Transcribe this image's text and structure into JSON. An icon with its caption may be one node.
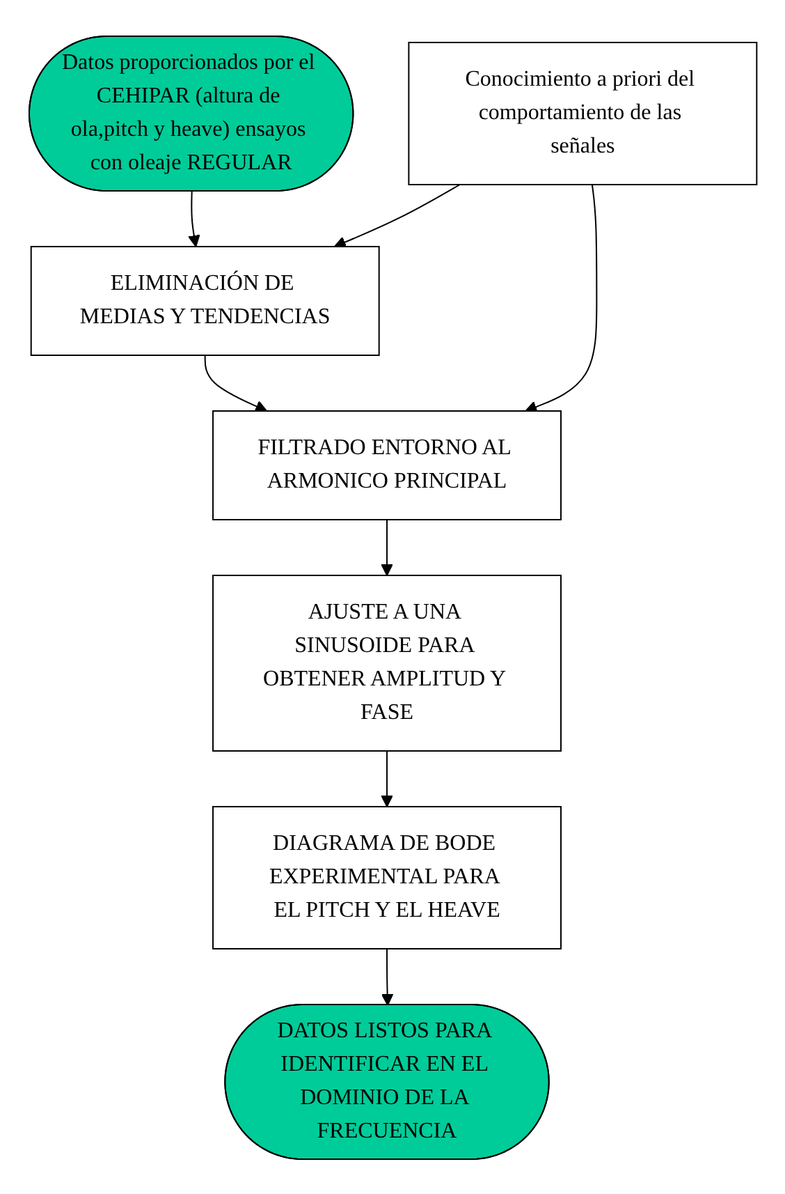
{
  "diagram": {
    "nodes": [
      {
        "text": [
          "Datos proporcionados por el CEHIPAR (altura de ola,pitch y heave) ensayos con oleaje REGULAR"
        ]
      },
      {
        "text": [
          "ELIMINACIÓN DE MEDIAS Y TENDENCIAS"
        ]
      },
      {
        "text": [
          "FILTRADO ENTORNO AL ARMONICO PRINCIPAL"
        ]
      },
      {
        "text": [
          "Conocimiento a priori del comportamiento de las señales"
        ]
      },
      {
        "text": [
          "AJUSTE A UNA SINUSOIDE PARA OBTENER AMPLITUD Y FASE"
        ]
      },
      {
        "text": [
          "DIAGRAMA DE BODE EXPERIMENTAL PARA EL PITCH Y EL HEAVE"
        ]
      },
      {
        "text": [
          "DATOS LISTOS PARA IDENTIFICAR EN EL DOMINIO DE LA FRECUENCIA"
        ]
      }
    ],
    "edges": [
      {
        "from": 0,
        "to": 1,
        "arrow": "to"
      },
      {
        "from": 1,
        "to": 2,
        "arrow": "to"
      },
      {
        "from": 3,
        "to": 1,
        "arrow": "to"
      },
      {
        "from": 3,
        "to": 2,
        "arrow": "to"
      },
      {
        "from": 2,
        "to": 4,
        "arrow": "to"
      },
      {
        "from": 4,
        "to": 5,
        "arrow": "to"
      },
      {
        "from": 5,
        "to": 6,
        "arrow": "to"
      }
    ]
  }
}
